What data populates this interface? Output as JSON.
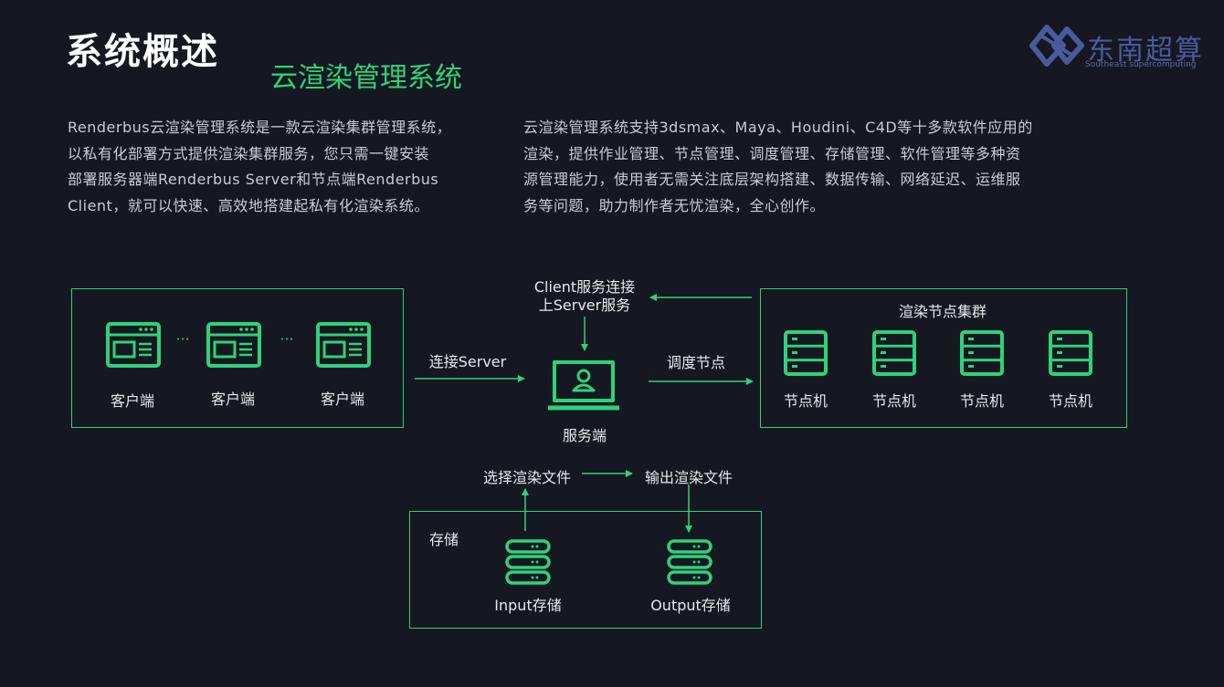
{
  "header": {
    "title": "系统概述",
    "subtitle": "云渲染管理系统",
    "logo_cn": "东南超算",
    "logo_en": "Southeast supercomputing"
  },
  "intro": {
    "left_lines": [
      "Renderbus云渲染管理系统是一款云渲染集群管理系统，",
      "以私有化部署方式提供渲染集群服务，您只需一键安装",
      "部署服务器端Renderbus Server和节点端Renderbus",
      "Client，就可以快速、高效地搭建起私有化渲染系统。"
    ],
    "right_lines": [
      "云渲染管理系统支持3dsmax、Maya、Houdini、C4D等十多款软件应用的",
      "渲染，提供作业管理、节点管理、调度管理、存储管理、软件管理等多种资",
      "源管理能力，使用者无需关注底层架构搭建、数据传输、网络延迟、运维服",
      "务等问题，助力制作者无忧渲染，全心创作。"
    ]
  },
  "diagram": {
    "clients": [
      "客户端",
      "客户端",
      "客户端"
    ],
    "ellipsis": "···",
    "connect_label": "连接Server",
    "client_connect_label": [
      "Client服务连接",
      "上Server服务"
    ],
    "server_label": "服务端",
    "schedule_label": "调度节点",
    "cluster_title": "渲染节点集群",
    "nodes": [
      "节点机",
      "节点机",
      "节点机",
      "节点机"
    ],
    "select_label": "选择渲染文件",
    "output_label": "输出渲染文件",
    "storage_title": "存储",
    "input_storage": "Input存储",
    "output_storage": "Output存储"
  },
  "colors": {
    "accent": "#2ed27a",
    "background": "#151820",
    "logo": "#4a5a9e"
  }
}
